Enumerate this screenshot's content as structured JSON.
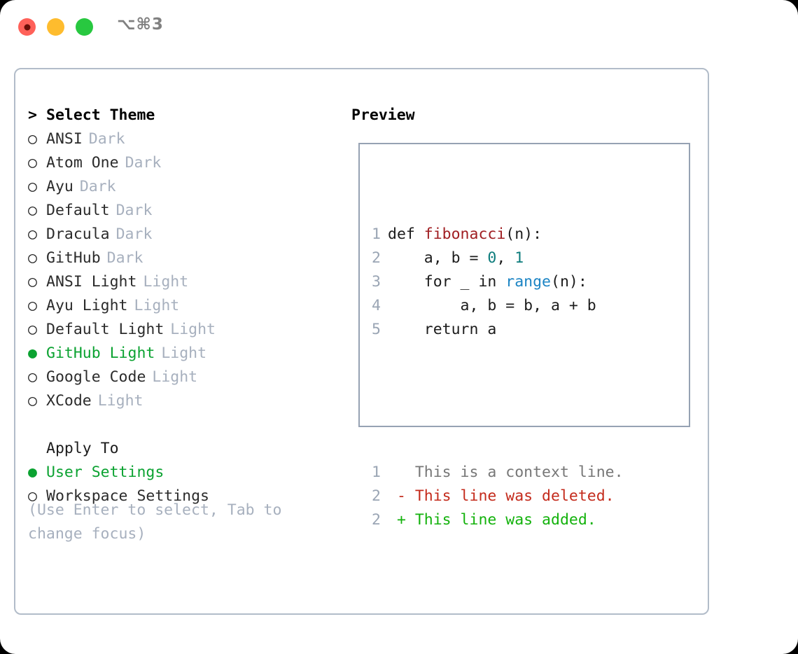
{
  "window": {
    "traffic_lights": [
      "close",
      "minimize",
      "maximize"
    ],
    "shortcut": "⌥⌘3",
    "accent_green": "#0ba231",
    "border_color": "#b2bcc9"
  },
  "theme_list": {
    "header_prefix": ">",
    "header": "Select Theme",
    "radio_off": "○",
    "radio_on": "●",
    "items": [
      {
        "name": "ANSI",
        "tag": "Dark",
        "selected": false
      },
      {
        "name": "Atom One",
        "tag": "Dark",
        "selected": false
      },
      {
        "name": "Ayu",
        "tag": "Dark",
        "selected": false
      },
      {
        "name": "Default",
        "tag": "Dark",
        "selected": false
      },
      {
        "name": "Dracula",
        "tag": "Dark",
        "selected": false
      },
      {
        "name": "GitHub",
        "tag": "Dark",
        "selected": false
      },
      {
        "name": "ANSI Light",
        "tag": "Light",
        "selected": false
      },
      {
        "name": "Ayu Light",
        "tag": "Light",
        "selected": false
      },
      {
        "name": "Default Light",
        "tag": "Light",
        "selected": false
      },
      {
        "name": "GitHub Light",
        "tag": "Light",
        "selected": true
      },
      {
        "name": "Google Code",
        "tag": "Light",
        "selected": false
      },
      {
        "name": "XCode",
        "tag": "Light",
        "selected": false
      }
    ]
  },
  "apply_to": {
    "heading": "Apply To",
    "options": [
      {
        "name": "User Settings",
        "selected": true
      },
      {
        "name": "Workspace Settings",
        "selected": false
      }
    ]
  },
  "hint": "(Use Enter to select, Tab to change focus)",
  "preview": {
    "title": "Preview",
    "code_lines": [
      {
        "number": "1",
        "tokens": [
          {
            "text": "def ",
            "kind": "k"
          },
          {
            "text": "fibonacci",
            "kind": "fn"
          },
          {
            "text": "(n):",
            "kind": "k"
          }
        ]
      },
      {
        "number": "2",
        "tokens": [
          {
            "text": "    a, b = ",
            "kind": "k"
          },
          {
            "text": "0",
            "kind": "num"
          },
          {
            "text": ", ",
            "kind": "k"
          },
          {
            "text": "1",
            "kind": "num"
          }
        ]
      },
      {
        "number": "3",
        "tokens": [
          {
            "text": "    for _ in ",
            "kind": "k"
          },
          {
            "text": "range",
            "kind": "bi"
          },
          {
            "text": "(n):",
            "kind": "k"
          }
        ]
      },
      {
        "number": "4",
        "tokens": [
          {
            "text": "        a, b = b, a + b",
            "kind": "k"
          }
        ]
      },
      {
        "number": "5",
        "tokens": [
          {
            "text": "    return a",
            "kind": "k"
          }
        ]
      }
    ],
    "diff_lines": [
      {
        "number": "1",
        "marker": " ",
        "text": "This is a context line.",
        "kind": "ctx"
      },
      {
        "number": "2",
        "marker": "-",
        "text": "This line was deleted.",
        "kind": "del"
      },
      {
        "number": "2",
        "marker": "+",
        "text": "This line was added.",
        "kind": "add"
      }
    ]
  }
}
